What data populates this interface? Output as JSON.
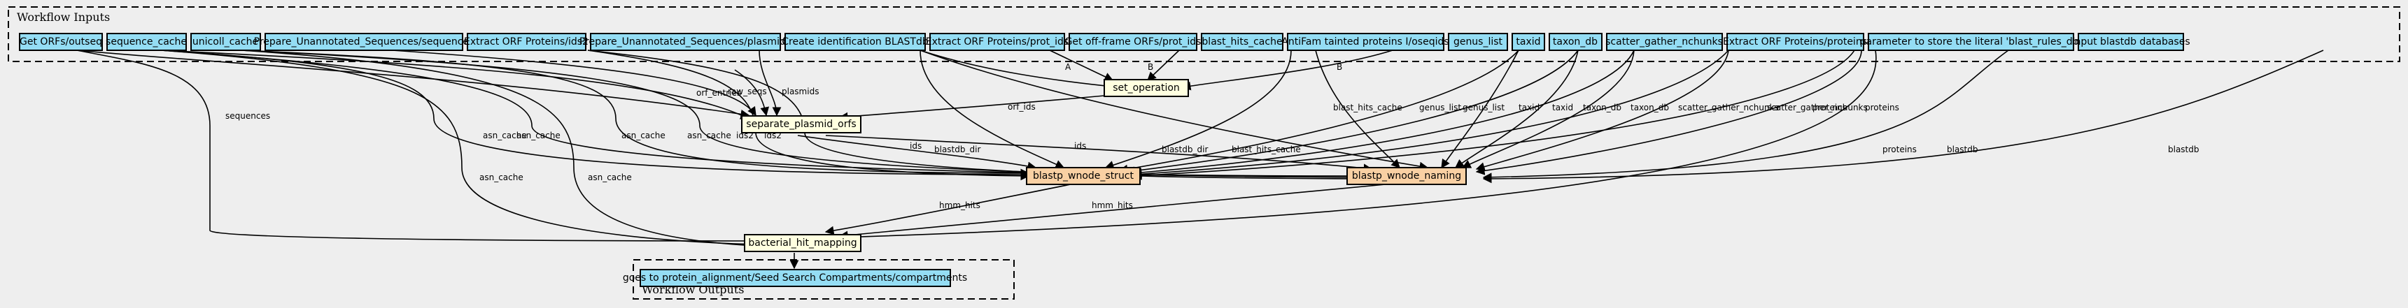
{
  "inputs_cluster": {
    "title": "Workflow Inputs"
  },
  "outputs_cluster": {
    "title": "Workflow Outputs"
  },
  "colors": {
    "input": "#94ddf4",
    "step": "#ffffe0",
    "subworkflow": "#f9d0a3",
    "background": "#eeeeee"
  },
  "inputs": {
    "get_orfs_outseq": "Get ORFs/outseq",
    "sequence_cache": "sequence_cache",
    "unicoll_cache": "unicoll_cache",
    "prep_unannot_sequences": "Prepare_Unannotated_Sequences/sequences",
    "extract_orf_ids2": "Extract ORF Proteins/ids2",
    "prep_unannot_plasmids": "Prepare_Unannotated_Sequences/plasmids",
    "create_blastdb": "Create identification BLASTdb",
    "extract_orf_prot_ids": "Extract ORF Proteins/prot_ids",
    "get_offframe_prot_ids": "Get off-frame ORFs/prot_ids",
    "blast_hits_cache": "blast_hits_cache",
    "antifam": "AntiFam tainted proteins I/oseqids",
    "genus_list": "genus_list",
    "taxid": "taxid",
    "taxon_db": "taxon_db",
    "scatter_gather_nchunks": "scatter_gather_nchunks",
    "extract_orf_proteins": "Extract ORF Proteins/proteins",
    "param_blast_rules": "parameter to store the literal 'blast_rules_db'",
    "input_blastdb": "Input blastdb databases"
  },
  "steps": {
    "set_operation": "set_operation",
    "separate_plasmid_orfs": "separate_plasmid_orfs",
    "blastp_wnode_struct": "blastp_wnode_struct",
    "blastp_wnode_naming": "blastp_wnode_naming",
    "bacterial_hit_mapping": "bacterial_hit_mapping"
  },
  "outputs": {
    "compartments": "goes to protein_alignment/Seed Search Compartments/compartments"
  },
  "edge_labels": {
    "sequences": "sequences",
    "asn_cache": "asn_cache",
    "orf_entries": "orf_entries",
    "raw_seqs": "raw_seqs",
    "plasmids": "plasmids",
    "ids2": "ids2",
    "A": "A",
    "B": "B",
    "orf_ids": "orf_ids",
    "ids": "ids",
    "blastdb_dir": "blastdb_dir",
    "blast_hits_cache": "blast_hits_cache",
    "genus_list": "genus_list",
    "taxid": "taxid",
    "taxon_db": "taxon_db",
    "scatter_gather_nchunks": "scatter_gather_nchunks",
    "proteins": "proteins",
    "blastdb": "blastdb",
    "hmm_hits": "hmm_hits"
  }
}
